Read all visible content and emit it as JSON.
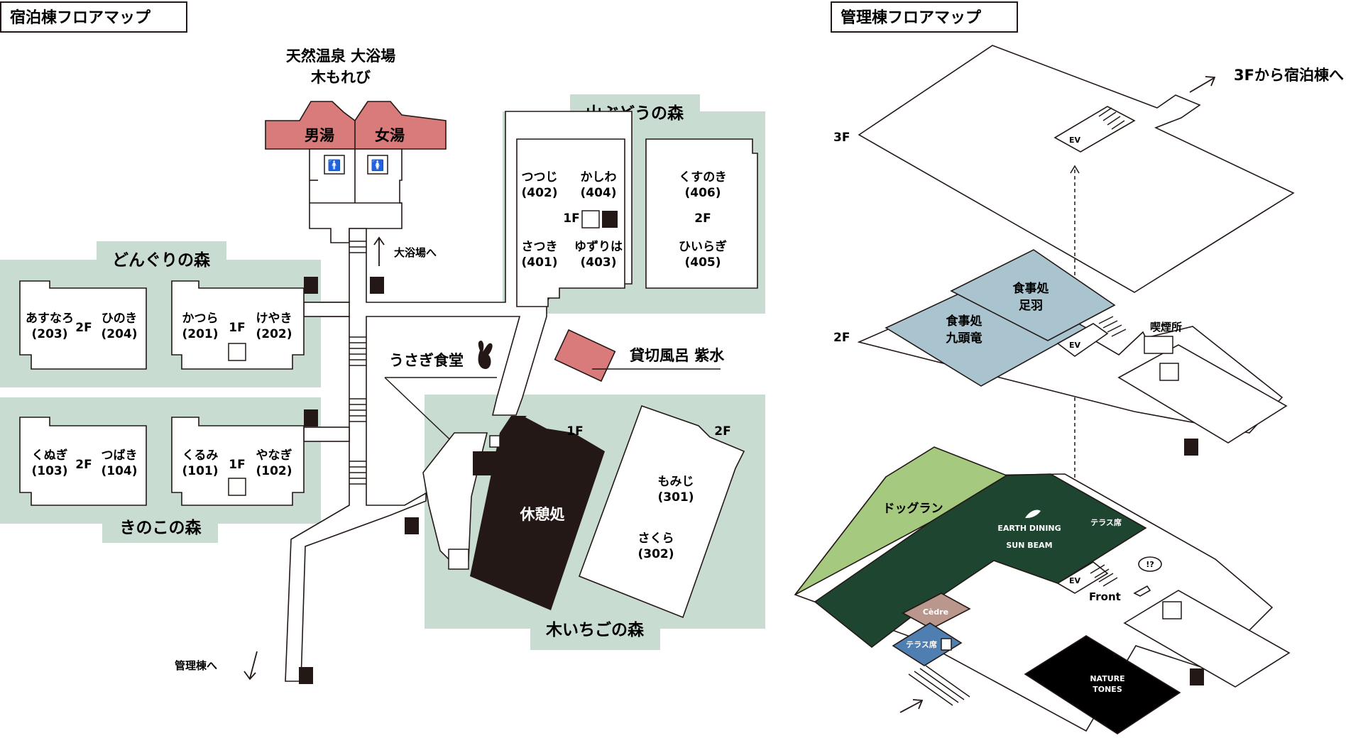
{
  "left_map": {
    "title": "宿泊棟フロアマップ",
    "bath": {
      "name_line1": "天然温泉 大浴場",
      "name_line2": "木もれび",
      "men": "男湯",
      "women": "女湯",
      "direction": "大浴場へ"
    },
    "forests": {
      "yamabudou": "山ぶどうの森",
      "donguri": "どんぐりの森",
      "kinoko": "きのこの森",
      "kiichigo": "木いちごの森"
    },
    "rooms": {
      "tsutsuji": "つつじ",
      "tsutsuji_no": "(402)",
      "kashiwa": "かしわ",
      "kashiwa_no": "(404)",
      "satsuki": "さつき",
      "satsuki_no": "(401)",
      "yuzuriha": "ゆずりは",
      "yuzuriha_no": "(403)",
      "kusunoki": "くすのき",
      "kusunoki_no": "(406)",
      "hiiragi": "ひいらぎ",
      "hiiragi_no": "(405)",
      "asunaro": "あすなろ",
      "asunaro_no": "(203)",
      "hinoki": "ひのき",
      "hinoki_no": "(204)",
      "katsura": "かつら",
      "katsura_no": "(201)",
      "keyaki": "けやき",
      "keyaki_no": "(202)",
      "kunugi": "くぬぎ",
      "kunugi_no": "(103)",
      "tsubaki": "つばき",
      "tsubaki_no": "(104)",
      "kurumi": "くるみ",
      "kurumi_no": "(101)",
      "yanagi": "やなぎ",
      "yanagi_no": "(102)",
      "momiji": "もみじ",
      "momiji_no": "(301)",
      "sakura": "さくら",
      "sakura_no": "(302)"
    },
    "floors": {
      "f1": "1F",
      "f2": "2F"
    },
    "usagi_dining": "うさぎ食堂",
    "private_bath": "貸切風呂 紫水",
    "lounge": "休憩処",
    "to_admin": "管理棟へ"
  },
  "right_map": {
    "title": "管理棟フロアマップ",
    "floor3": "3F",
    "floor2": "2F",
    "to_lodging": "3Fから宿泊棟へ",
    "dining_ashiba_line1": "食事処",
    "dining_ashiba_line2": "足羽",
    "dining_kuzuryu_line1": "食事処",
    "dining_kuzuryu_line2": "九頭竜",
    "smoking": "喫煙所",
    "ev": "EV",
    "dog_run": "ドッグラン",
    "terrace": "テラス席",
    "sunbeam_small": "EARTH DINING",
    "sunbeam": "SUN BEAM",
    "front": "Front",
    "cedre": "Cèdre",
    "terrace_left": "テラス席",
    "nature_tones_1": "NATURE",
    "nature_tones_2": "TONES",
    "info": "!?"
  },
  "colors": {
    "forest": "#c9dcd2",
    "bath": "#d97b7b",
    "dining": "#a9c4cf",
    "dog_run": "#a5c97f",
    "sunbeam": "#1e4530",
    "cedre": "#b9978c",
    "terrace_blue": "#4f7fb0",
    "ink": "#231815"
  }
}
